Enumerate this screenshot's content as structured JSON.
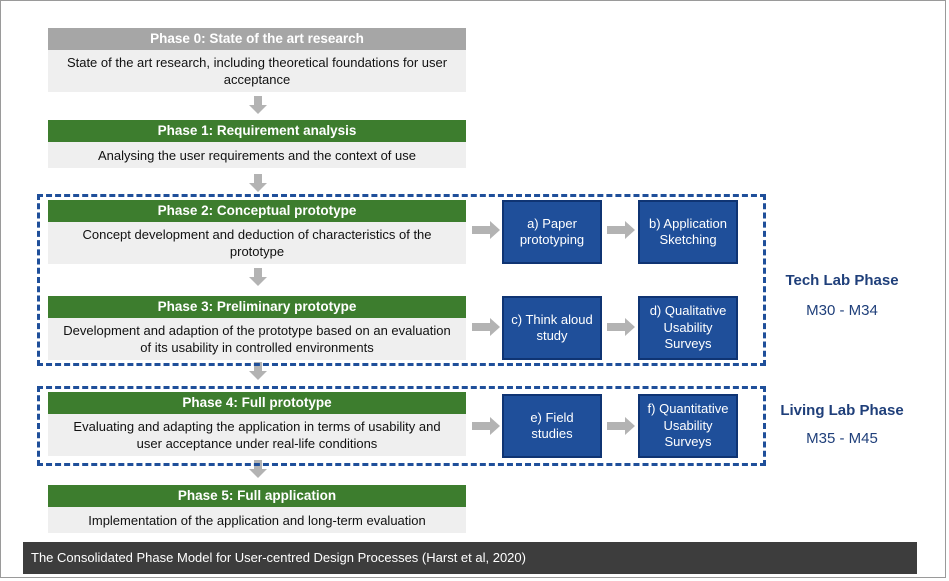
{
  "phases": [
    {
      "title": "Phase 0: State of the art research",
      "description": "State of the art research, including theoretical foundations for user acceptance"
    },
    {
      "title": "Phase 1: Requirement analysis",
      "description": "Analysing the user requirements and the context of use"
    },
    {
      "title": "Phase 2: Conceptual prototype",
      "description": "Concept development and deduction of characteristics of the prototype"
    },
    {
      "title": "Phase 3: Preliminary prototype",
      "description": "Development and adaption of the prototype based on an evaluation of its usability in controlled environments"
    },
    {
      "title": "Phase 4: Full prototype",
      "description": "Evaluating and adapting the application in terms of usability and user acceptance under real-life conditions"
    },
    {
      "title": "Phase 5: Full application",
      "description": "Implementation of the application and long-term evaluation"
    }
  ],
  "methods": [
    {
      "label": "a) Paper prototyping"
    },
    {
      "label": "b) Application Sketching"
    },
    {
      "label": "c) Think aloud study"
    },
    {
      "label": "d) Qualitative Usability Surveys"
    },
    {
      "label": "e) Field studies"
    },
    {
      "label": "f) Quantitative Usability Surveys"
    }
  ],
  "labs": {
    "tech": {
      "title": "Tech Lab Phase",
      "range": "M30 - M34"
    },
    "living": {
      "title": "Living Lab Phase",
      "range": "M35 - M45"
    }
  },
  "caption": "The Consolidated Phase Model for User-centred Design Processes (Harst et al, 2020)",
  "colors": {
    "phase_green": "#3d7d2e",
    "phase_gray": "#a6a6a6",
    "method_blue": "#1f4f9a",
    "arrow_gray": "#b3b3b3"
  }
}
